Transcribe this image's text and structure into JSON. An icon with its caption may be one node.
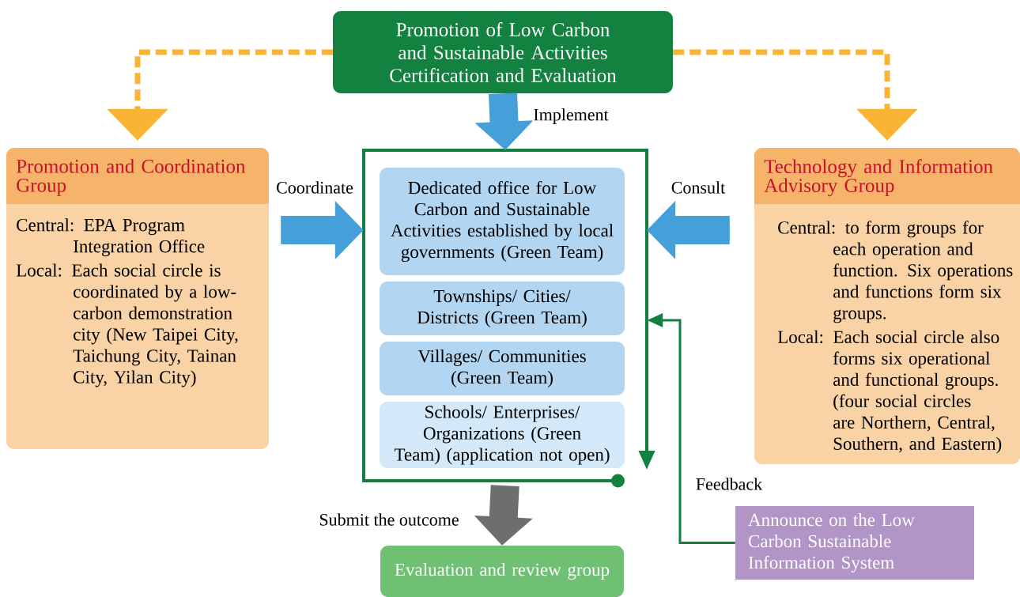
{
  "diagram": {
    "nodes": [
      {
        "text": [
          "Promotion of Low Carbon and Sustainable Activities Certification and Evaluation"
        ]
      },
      {
        "text": [
          "Promotion and Coordination Group",
          "Central: EPA Program Integration Office",
          "Local: Each social circle is coordinated by a low-carbon demonstration city (New Taipei City, Taichung City, Tainan City, Yilan City)"
        ]
      },
      {
        "text": [],
        "shape": "box"
      },
      {
        "text": [
          "Dedicated office for Low Carbon and Sustainable Activities established by local governments (Green Team)"
        ],
        "in": 2
      },
      {
        "text": [
          "Townships/ Cities/ Districts (Green Team)"
        ],
        "in": 2
      },
      {
        "text": [
          "Villages/ Communities (Green Team)"
        ],
        "in": 2
      },
      {
        "text": [
          "Schools/ Enterprises/ Organizations (Green Team) (application not open)"
        ],
        "in": 2
      },
      {
        "text": [
          "Technology and Information Advisory Group",
          "Central: to form groups for each operation and function. Six operations and functions form six groups.",
          "Local: Each social circle also forms six operational and functional groups. (four social circles are Northern, Central, Southern, and Eastern)"
        ]
      },
      {
        "text": [
          "Evaluation and review group"
        ]
      },
      {
        "text": [
          "Announce on the Low Carbon Sustainable Information System"
        ]
      }
    ],
    "edges": [
      {
        "from": 0,
        "to": 1,
        "arrow": "to",
        "style": "dashed",
        "color": "#f8b432"
      },
      {
        "from": 0,
        "to": 7,
        "arrow": "to",
        "style": "dashed",
        "color": "#f8b432"
      },
      {
        "from": 0,
        "to": 2,
        "arrow": "to",
        "label": "Implement"
      },
      {
        "from": 1,
        "to": 2,
        "arrow": "to",
        "label": "Coordinate"
      },
      {
        "from": 7,
        "to": 2,
        "arrow": "to",
        "label": "Consult"
      },
      {
        "from": 2,
        "to": 8,
        "arrow": "to",
        "label": "Submit the outcome",
        "color": "#6e6e6e"
      },
      {
        "from": 9,
        "to": 2,
        "arrow": "to",
        "label": "Feedback",
        "color": "#128040"
      }
    ]
  }
}
